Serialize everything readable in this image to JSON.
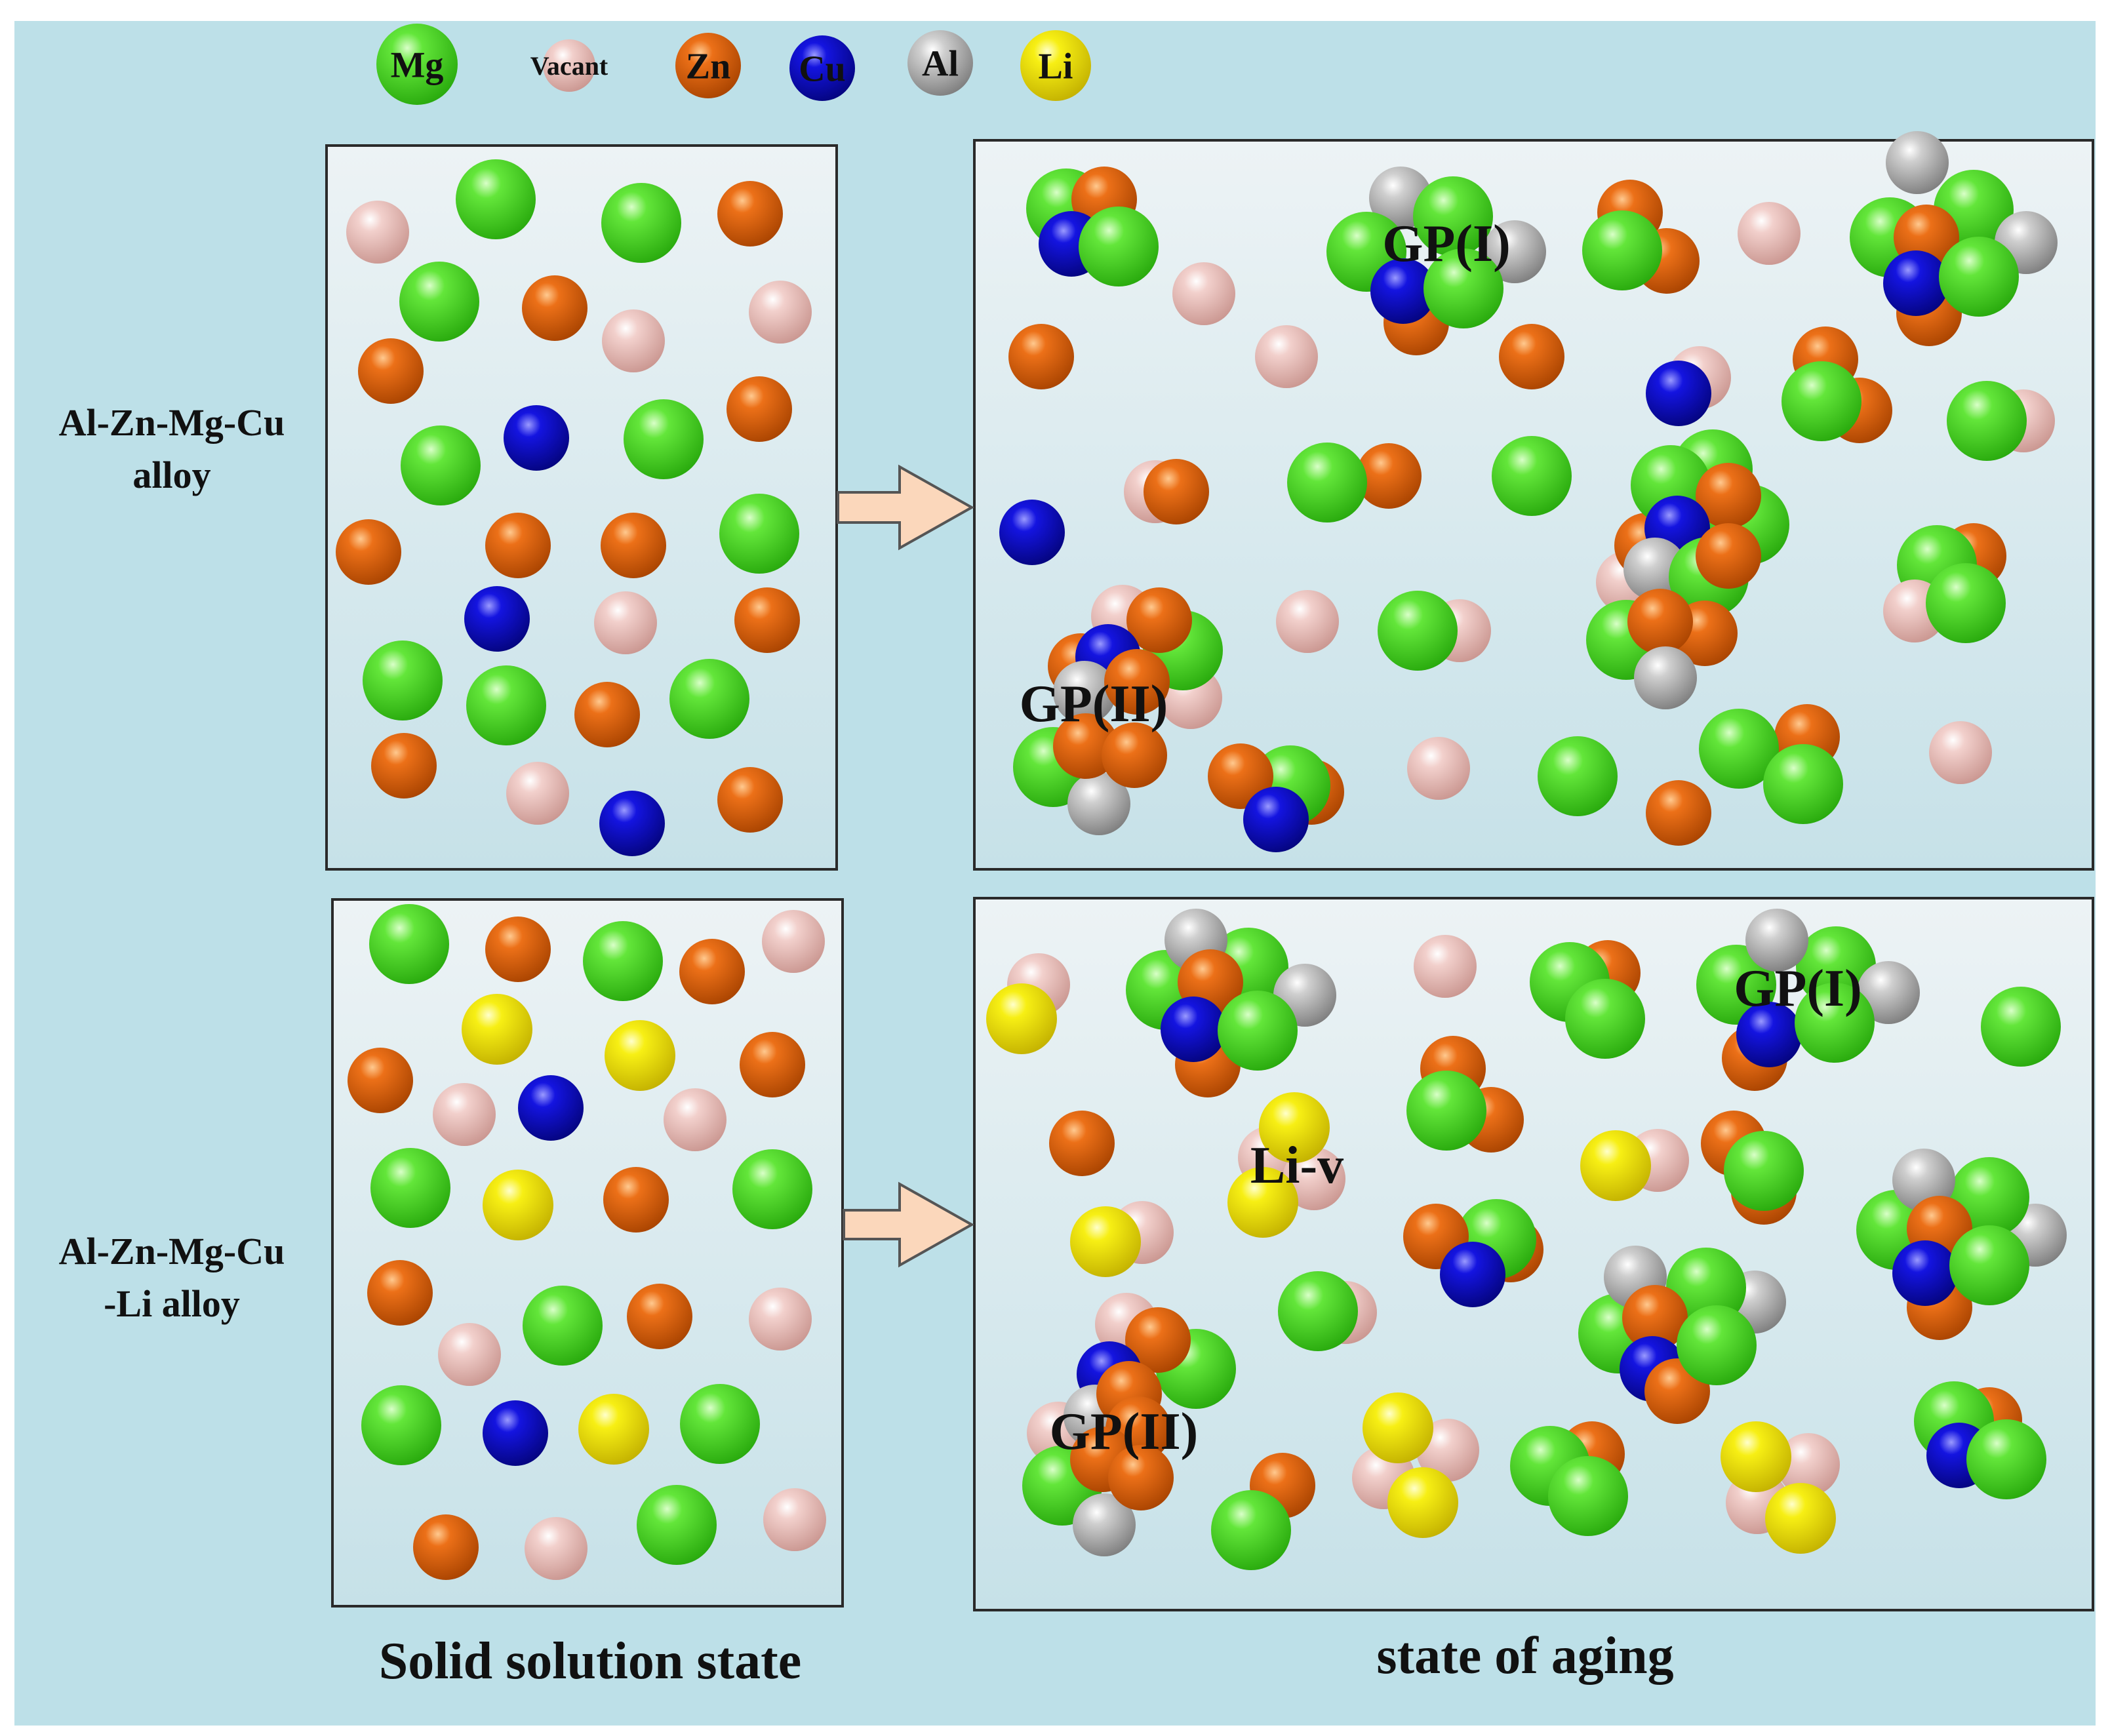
{
  "legend": [
    {
      "key": "mg",
      "label": "Mg",
      "color": "#3fd21e"
    },
    {
      "key": "vacant",
      "label": "Vacant",
      "color": "#e9c1bd"
    },
    {
      "key": "zn",
      "label": "Zn",
      "color": "#e0620d"
    },
    {
      "key": "cu",
      "label": "Cu",
      "color": "#0a0ac8"
    },
    {
      "key": "al",
      "label": "Al",
      "color": "#b5b5b5"
    },
    {
      "key": "li",
      "label": "Li",
      "color": "#f2e600"
    }
  ],
  "row_labels": {
    "top_line1": "Al-Zn-Mg-Cu",
    "top_line2": "alloy",
    "bottom_line1": "Al-Zn-Mg-Cu",
    "bottom_line2": "-Li alloy"
  },
  "annotations": {
    "gp1_top": "GP(I)",
    "gp2_top": "GP(II)",
    "gp1_bottom": "GP(I)",
    "gp2_bottom": "GP(II)",
    "liv": "Li-v"
  },
  "captions": {
    "left": "Solid solution state",
    "right": "state of aging"
  },
  "colors": {
    "background": "#bde0e8",
    "arrow_fill": "#fbd7bb",
    "arrow_stroke": "#555555"
  }
}
